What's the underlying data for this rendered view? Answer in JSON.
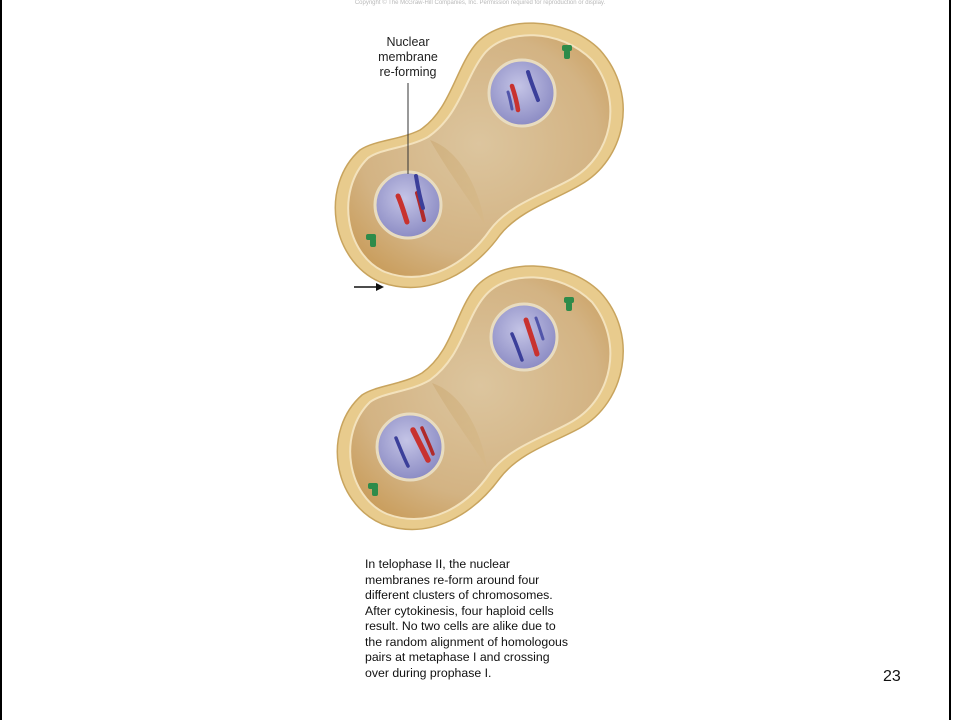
{
  "slide": {
    "copyright": "Copyright © The McGraw-Hill Companies, Inc. Permission required for reproduction or display.",
    "label_lines": [
      "Nuclear",
      "membrane",
      "re-forming"
    ],
    "caption": "In telophase II, the nuclear membranes re-form around four different clusters of chromosomes. After cytokinesis, four haploid cells result. No two cells are alike due to the random alignment of homologous pairs at metaphase I and crossing over during prophase I.",
    "page_number": "23"
  },
  "colors": {
    "cell_fill": "#d9b98a",
    "cell_rim": "#e7c98b",
    "membrane": "#f4e6c4",
    "nucleus": "#a8a8d4",
    "chromosome_red": "#c8322f",
    "chromosome_blue": "#3b3f9a",
    "centriole": "#2e8b4a"
  }
}
